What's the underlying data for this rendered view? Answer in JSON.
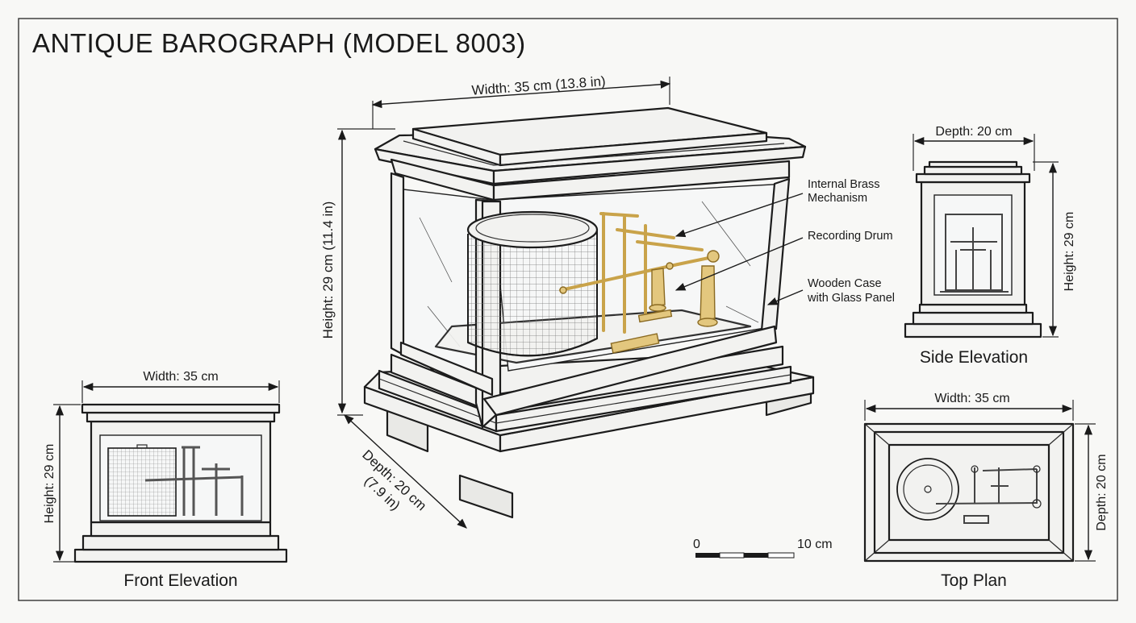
{
  "title": "ANTIQUE BAROGRAPH (MODEL 8003)",
  "main_view": {
    "width_label": "Width: 35 cm (13.8 in)",
    "height_label": "Height: 29 cm (11.4 in)",
    "depth_label_line1": "Depth: 20 cm",
    "depth_label_line2": "(7.9 in)"
  },
  "callouts": {
    "mechanism_line1": "Internal Brass",
    "mechanism_line2": "Mechanism",
    "drum": "Recording Drum",
    "case_line1": "Wooden Case",
    "case_line2": "with Glass Panel"
  },
  "front_elevation": {
    "label": "Front Elevation",
    "width_label": "Width: 35 cm",
    "height_label": "Height: 29 cm"
  },
  "side_elevation": {
    "label": "Side Elevation",
    "depth_label": "Depth: 20 cm",
    "height_label": "Height: 29 cm"
  },
  "top_plan": {
    "label": "Top Plan",
    "width_label": "Width: 35 cm",
    "depth_label": "Depth: 20 cm"
  },
  "scale_bar": {
    "start_label": "0",
    "end_label": "10 cm"
  }
}
